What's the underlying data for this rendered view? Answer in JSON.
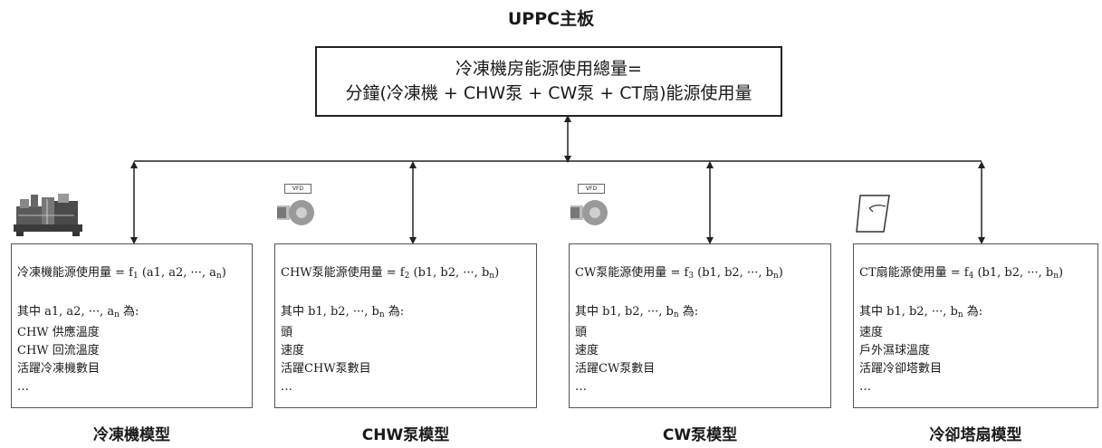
{
  "title": "UPPC主板",
  "total_box": {
    "line1": "冷凍機房能源使用總量=",
    "line2": "分鐘(冷凍機 + CHW泵 + CW泵 + CT扇)能源使用量"
  },
  "models": [
    {
      "formula_prefix": "冷凍機能源使用量 = f",
      "formula_sub": "1",
      "formula_args": " (a1, a2, ···, a",
      "formula_args_sub": "n",
      "formula_end": ")",
      "where_prefix": "其中 a1, a2, ···, a",
      "where_sub": "n",
      "where_suffix": " 為:",
      "items": [
        "CHW 供應溫度",
        "CHW 回流溫度",
        "活躍冷凍機數目",
        "…"
      ],
      "caption": "冷凍機模型",
      "icon": "chiller-icon"
    },
    {
      "formula_prefix": "CHW泵能源使用量 = f",
      "formula_sub": "2",
      "formula_args": " (b1, b2, ···, b",
      "formula_args_sub": "n",
      "formula_end": ")",
      "where_prefix": "其中 b1, b2, ···, b",
      "where_sub": "n",
      "where_suffix": " 為:",
      "items": [
        "頭",
        "速度",
        "活躍CHW泵數目",
        "…"
      ],
      "caption": "CHW泵模型",
      "icon": "pump-vfd-icon",
      "icon_label": "VFD"
    },
    {
      "formula_prefix": "CW泵能源使用量 = f",
      "formula_sub": "3",
      "formula_args": " (b1, b2, ···, b",
      "formula_args_sub": "n",
      "formula_end": ")",
      "where_prefix": "其中 b1, b2, ···, b",
      "where_sub": "n",
      "where_suffix": " 為:",
      "items": [
        "頭",
        "速度",
        "活躍CW泵數目",
        "…"
      ],
      "caption": "CW泵模型",
      "icon": "pump-vfd-icon",
      "icon_label": "VFD"
    },
    {
      "formula_prefix": "CT扇能源使用量 = f",
      "formula_sub": "4",
      "formula_args": " (b1, b2, ···, b",
      "formula_args_sub": "n",
      "formula_end": ")",
      "where_prefix": "其中 b1, b2, ···, b",
      "where_sub": "n",
      "where_suffix": " 為:",
      "items": [
        "速度",
        "戶外濕球溫度",
        "活躍冷卻塔數目",
        "…"
      ],
      "caption": "冷卻塔扇模型",
      "icon": "cooling-tower-icon"
    }
  ]
}
